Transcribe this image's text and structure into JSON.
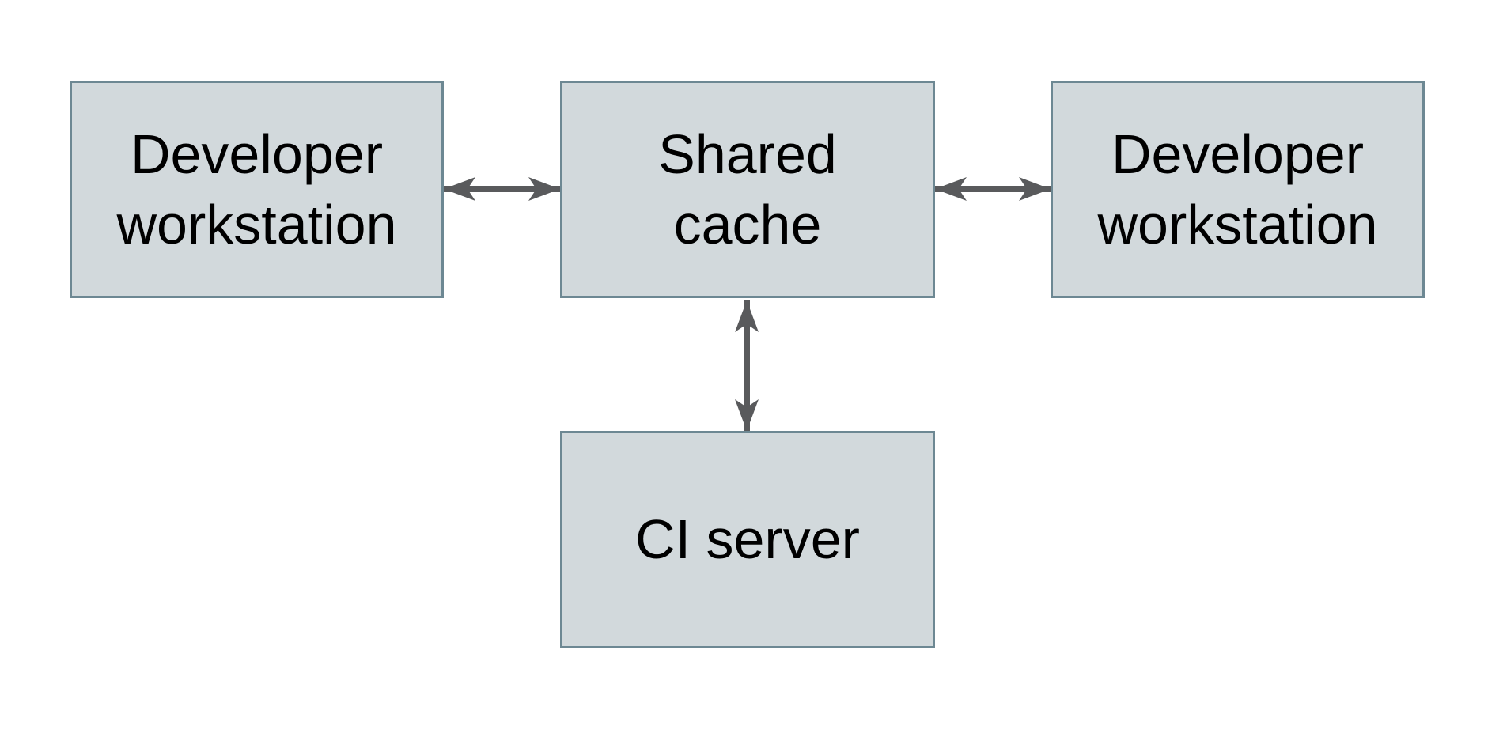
{
  "diagram": {
    "type": "architecture-diagram",
    "colors": {
      "background": "#ffffff",
      "node_fill": "#d2d9dc",
      "node_border": "#6d8893",
      "label_text": "#000000",
      "arrow": "#595a5c"
    },
    "nodes": [
      {
        "id": "developer-workstation-left",
        "label": "Developer\nworkstation"
      },
      {
        "id": "shared-cache",
        "label": "Shared\ncache"
      },
      {
        "id": "developer-workstation-right",
        "label": "Developer\nworkstation"
      },
      {
        "id": "ci-server",
        "label": "CI server"
      }
    ],
    "connections": [
      {
        "from": "developer-workstation-left",
        "to": "shared-cache",
        "type": "bidirectional"
      },
      {
        "from": "shared-cache",
        "to": "developer-workstation-right",
        "type": "bidirectional"
      },
      {
        "from": "shared-cache",
        "to": "ci-server",
        "type": "bidirectional"
      }
    ]
  }
}
